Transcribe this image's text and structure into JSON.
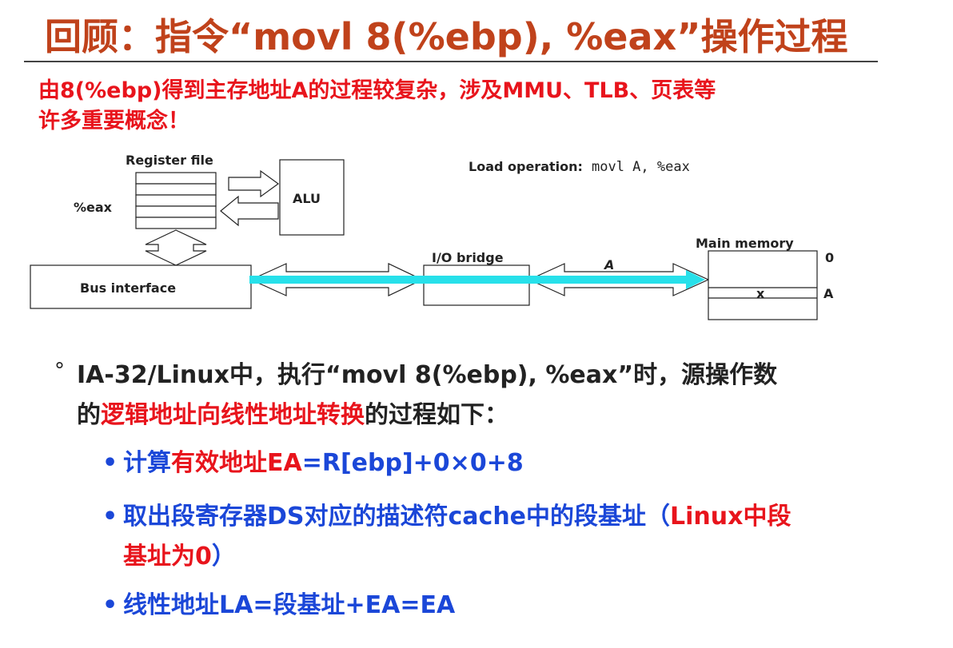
{
  "title": "回顾：指令“movl 8(%ebp), %eax”操作过程",
  "intro": {
    "line1": "由8(%ebp)得到主存地址A的过程较复杂，涉及MMU、TLB、页表等",
    "line2": "许多重要概念！"
  },
  "diagram": {
    "register_file_label": "Register file",
    "eax_label": "%eax",
    "alu_label": "ALU",
    "bus_interface_label": "Bus interface",
    "io_bridge_label": "I/O bridge",
    "main_memory_label": "Main memory",
    "address_arrow_label": "A",
    "mem_addr_0": "0",
    "mem_addr_a": "A",
    "mem_cell_x": "x",
    "load_op_label": "Load operation:",
    "load_op_code": "movl  A,  %eax",
    "colors": {
      "load_op": "#e8141c",
      "address_path": "#27e0ea"
    }
  },
  "bullets": {
    "mark": "°",
    "main_1": "IA-32/Linux中，执行“movl 8(%ebp), %eax”时，源操作数",
    "main_2_pre": "的",
    "main_2_red": "逻辑地址向线性地址转换",
    "main_2_post": "的过程如下：",
    "sub_dot": "•",
    "sub1_pre": "计算",
    "sub1_red": "有效地址EA",
    "sub1_post": "=R[ebp]+0×0+8",
    "sub2_pre": "取出段寄存器DS对应的描述符cache中的段基址（",
    "sub2_red_1": "Linux中段",
    "sub2_red_2": "基址为0",
    "sub2_post": "）",
    "sub3": "线性地址LA=段基址+EA=EA"
  },
  "colors": {
    "title": "#c0421b",
    "red": "#e8141c",
    "blue": "#1b47d8"
  }
}
